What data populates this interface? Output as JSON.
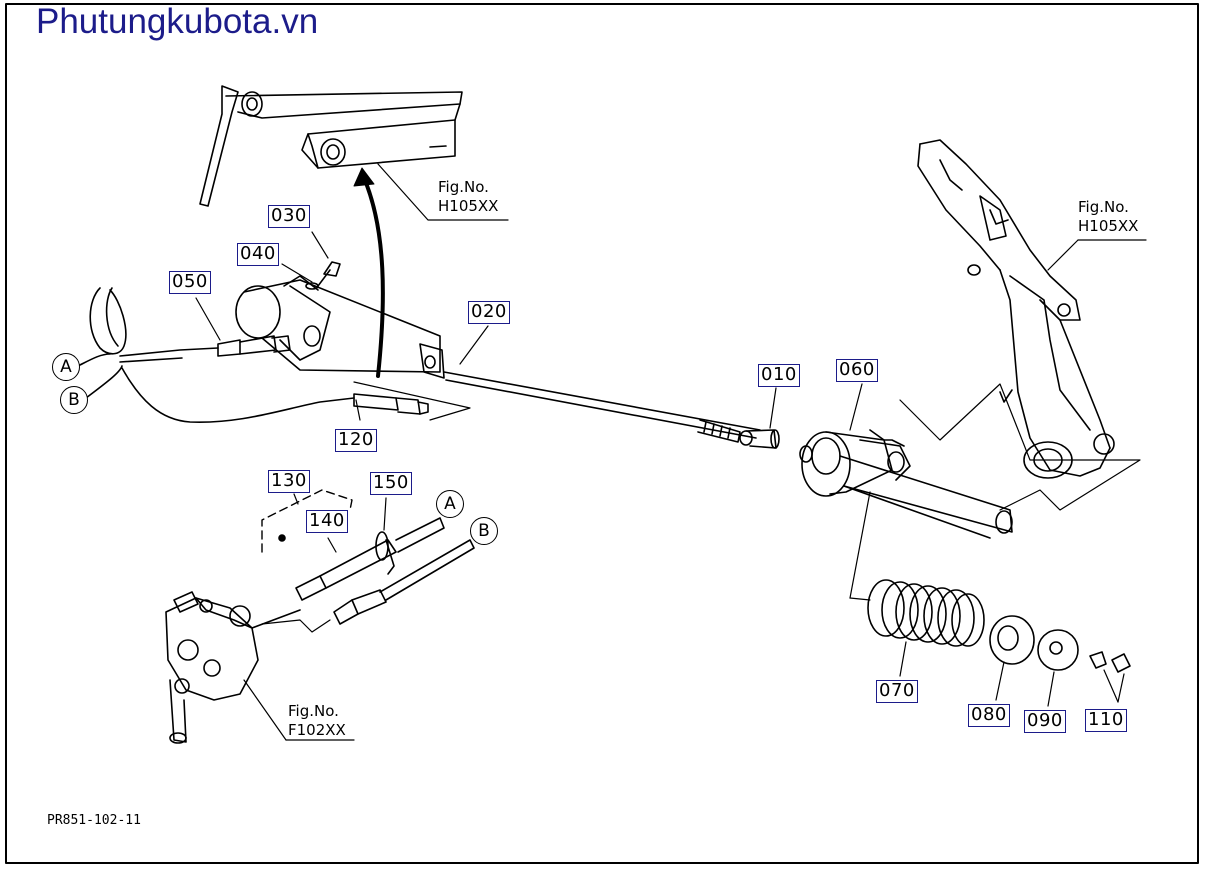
{
  "watermark": "Phutungkubota.vn",
  "drawing_code": "PR851-102-11",
  "fig_refs": [
    {
      "id": "h105-upper",
      "line1": "Fig.No.",
      "line2": "H105XX"
    },
    {
      "id": "h105-right",
      "line1": "Fig.No.",
      "line2": "H105XX"
    },
    {
      "id": "f102",
      "line1": "Fig.No.",
      "line2": "F102XX"
    }
  ],
  "parts": [
    "010",
    "020",
    "030",
    "040",
    "050",
    "060",
    "070",
    "080",
    "090",
    "110",
    "120",
    "130",
    "140",
    "150"
  ],
  "circle_refs": [
    "A",
    "B",
    "A",
    "B"
  ],
  "colors": {
    "frame": "#000000",
    "label_border": "#1c1c8a",
    "watermark": "#1c1c8a"
  }
}
